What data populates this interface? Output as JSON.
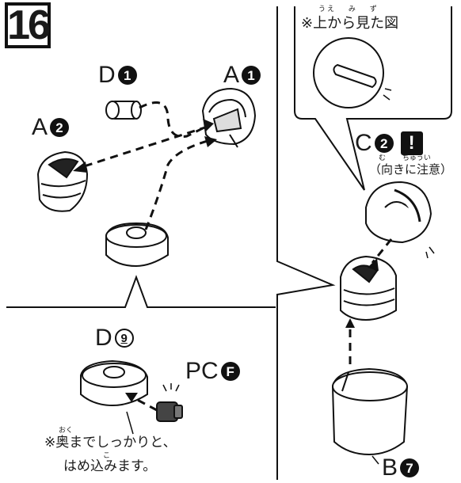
{
  "step": {
    "number": "16"
  },
  "labels": {
    "d1": {
      "letter": "D",
      "num": "1"
    },
    "a1": {
      "letter": "A",
      "num": "1"
    },
    "a2": {
      "letter": "A",
      "num": "2"
    },
    "d9": {
      "letter": "D",
      "num": "9"
    },
    "pc": {
      "letter": "PC",
      "num": "F"
    },
    "c2": {
      "letter": "C",
      "num": "2",
      "warning": "!"
    },
    "b7": {
      "letter": "B",
      "num": "7"
    }
  },
  "notes": {
    "top_view": "※上から見た図",
    "top_view_ruby": "うえ　 み　 ず",
    "orientation": "（向きに注意）",
    "orientation_ruby": "む　　 ちゅうい",
    "insert_line1": "※奥までしっかりと、",
    "insert_line2": "はめ込みます。",
    "insert_ruby1": "おく",
    "insert_ruby2": "こ"
  },
  "colors": {
    "ink": "#111111",
    "paper": "#ffffff"
  }
}
